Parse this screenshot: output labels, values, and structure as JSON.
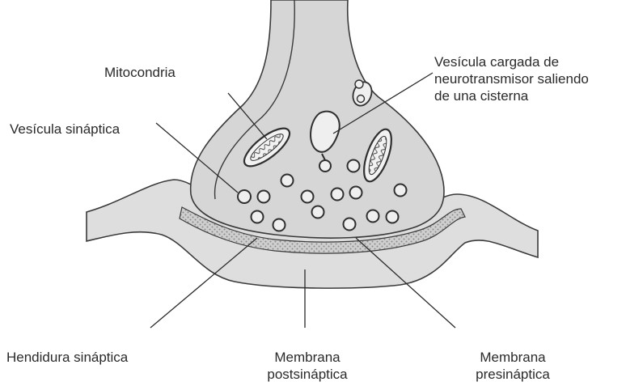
{
  "labels": {
    "mitocondria": "Mitocondria",
    "vesicula_sinaptica": "Vesícula sináptica",
    "vesicula_cargada": [
      "Vesícula cargada de",
      "neurotransmisor saliendo",
      "de una cisterna"
    ],
    "hendidura_sinaptica": "Hendidura sináptica",
    "membrana_postsinaptica": [
      "Membrana",
      "postsináptica"
    ],
    "membrana_presinaptica": [
      "Membrana",
      "presináptica"
    ]
  },
  "colors": {
    "terminal_fill": "#d6d6d6",
    "postsynaptic_fill": "#dedede",
    "outline": "#3a3a3a",
    "text": "#2a2a2a"
  }
}
